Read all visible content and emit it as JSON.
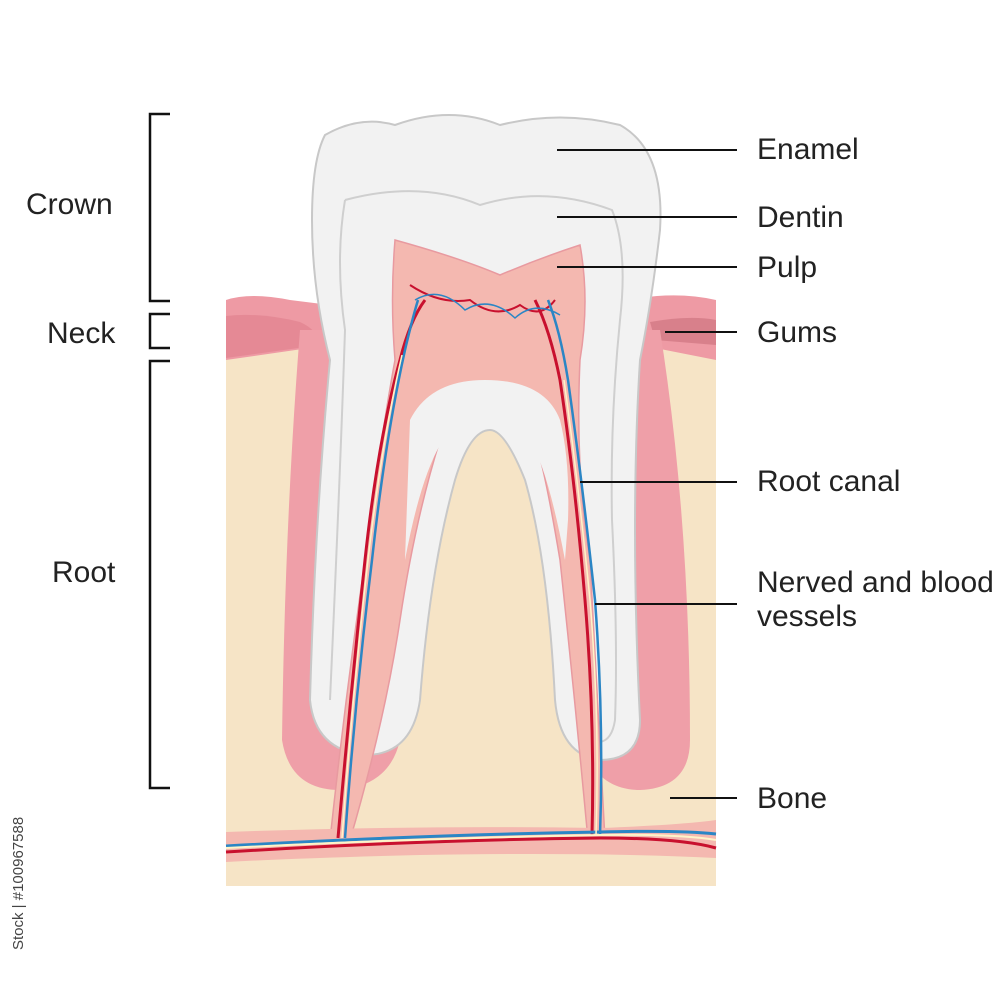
{
  "labels": {
    "crown": "Crown",
    "neck": "Neck",
    "root": "Root",
    "enamel": "Enamel",
    "dentin": "Dentin",
    "pulp": "Pulp",
    "gums": "Gums",
    "root_canal": "Root canal",
    "nerves": "Nerved and blood vessels",
    "bone": "Bone"
  },
  "watermark": "Stock | #100967588",
  "colors": {
    "enamel": "#f1f1f1",
    "dentin": "#e6e6e6",
    "pulp": "#f4b8b0",
    "gum": "#ef9fa8",
    "bone": "#f6e4c6",
    "artery": "#c8102e",
    "vein": "#2b86c5",
    "nerve": "#fff4c8"
  }
}
